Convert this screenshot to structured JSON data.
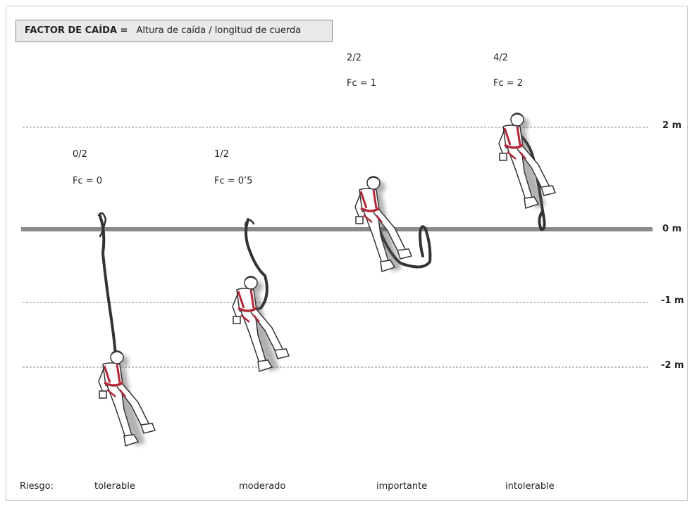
{
  "header": {
    "label": "FACTOR DE CAÍDA =",
    "formula": "Altura de caída / longitud de cuerda"
  },
  "levels": [
    "2 m",
    "0 m",
    "-1 m",
    "-2 m"
  ],
  "cases": [
    {
      "ratio": "0/2",
      "fc": "Fc = 0",
      "risk": "tolerable"
    },
    {
      "ratio": "1/2",
      "fc": "Fc = 0’5",
      "risk": "moderado"
    },
    {
      "ratio": "2/2",
      "fc": "Fc = 1",
      "risk": "importante"
    },
    {
      "ratio": "4/2",
      "fc": "Fc = 2",
      "risk": "intolerable"
    }
  ],
  "risk_label": "Riesgo:",
  "colors": {
    "harness": "#b3283a",
    "anchor_bar": "#8a8a8a",
    "rope": "#333333"
  }
}
